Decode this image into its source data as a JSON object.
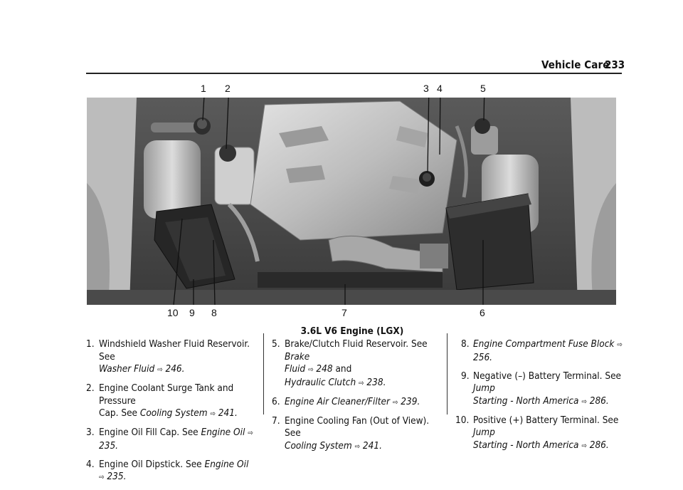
{
  "header": {
    "title": "Vehicle Care",
    "page": "233"
  },
  "figure": {
    "callouts_top": [
      "1",
      "2",
      "3",
      "4",
      "5"
    ],
    "callouts_bottom": [
      "10",
      "9",
      "8",
      "7",
      "6"
    ],
    "caption": "3.6L V6 Engine (LGX)"
  },
  "items": [
    {
      "n": "1.",
      "text": "Windshield Washer Fluid Reservoir. See",
      "line2_ref": "Washer Fluid",
      "page": "246."
    },
    {
      "n": "2.",
      "text": "Engine Coolant Surge Tank and Pressure",
      "line2_text": "Cap. See",
      "ref": "Cooling System",
      "page": "241."
    },
    {
      "n": "3.",
      "text": "Engine Oil Fill Cap. See",
      "ref": "Engine Oil",
      "page": "235."
    },
    {
      "n": "4.",
      "text": "Engine Oil Dipstick. See",
      "ref": "Engine Oil",
      "page": "235."
    },
    {
      "n": "5.",
      "text": "Brake/Clutch Fluid Reservoir. See",
      "ref": "Brake",
      "line2_ref": "Fluid",
      "page": "248",
      "tail": "and",
      "line3_ref": "Hydraulic Clutch",
      "page2": "238."
    },
    {
      "n": "6.",
      "ref": "Engine Air Cleaner/Filter",
      "page": "239."
    },
    {
      "n": "7.",
      "text": "Engine Cooling Fan (Out of View). See",
      "line2_ref": "Cooling System",
      "page": "241."
    },
    {
      "n": "8.",
      "ref": "Engine Compartment Fuse Block",
      "page": "256."
    },
    {
      "n": "9.",
      "text": "Negative (–) Battery Terminal. See",
      "ref": "Jump",
      "line2_ref": "Starting - North America",
      "page": "286."
    },
    {
      "n": "10.",
      "text": "Positive (+) Battery Terminal. See",
      "ref": "Jump",
      "line2_ref": "Starting - North America",
      "page": "286."
    }
  ],
  "arrow_glyph": "⇨"
}
